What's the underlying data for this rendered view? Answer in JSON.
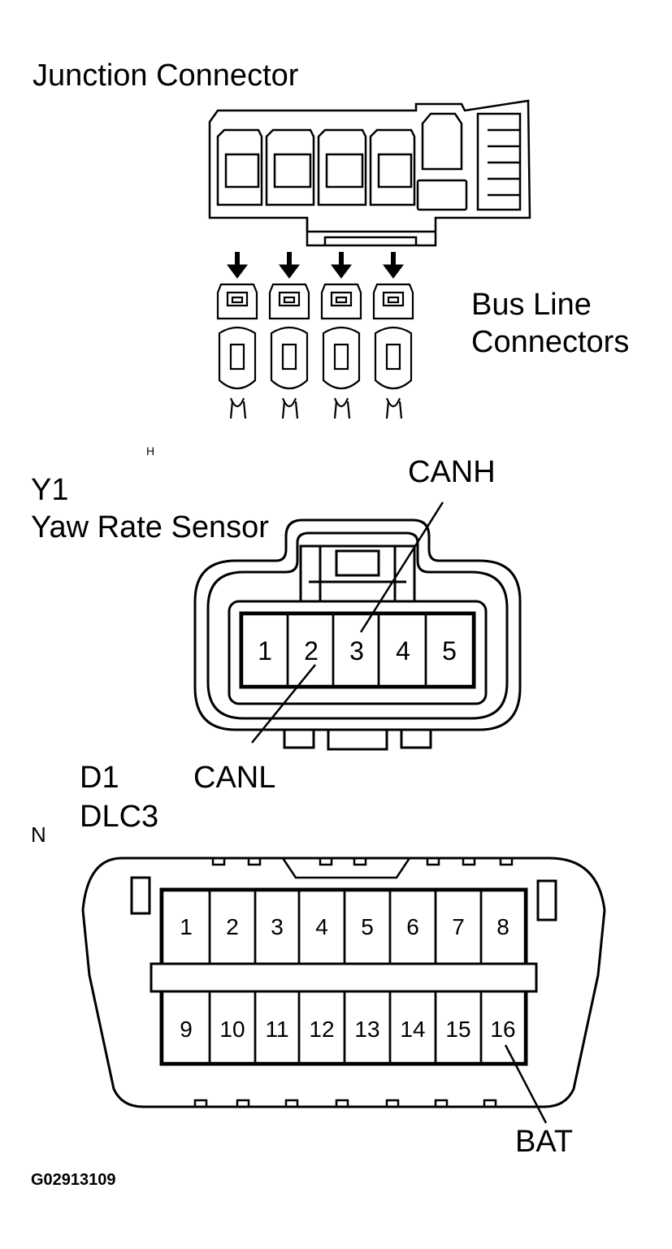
{
  "junction": {
    "title": "Junction Connector",
    "bus_label_1": "Bus Line",
    "bus_label_2": "Connectors"
  },
  "small_mark_h": "H",
  "yaw": {
    "code": "Y1",
    "name": "Yaw Rate Sensor",
    "pins": [
      "1",
      "2",
      "3",
      "4",
      "5"
    ],
    "canh": "CANH",
    "canl": "CANL"
  },
  "dlc": {
    "code": "D1",
    "name": "DLC3",
    "mark_n": "N",
    "top_pins": [
      "1",
      "2",
      "3",
      "4",
      "5",
      "6",
      "7",
      "8"
    ],
    "bottom_pins": [
      "9",
      "10",
      "11",
      "12",
      "13",
      "14",
      "15",
      "16"
    ],
    "bat": "BAT"
  },
  "figure_id": "G02913109"
}
